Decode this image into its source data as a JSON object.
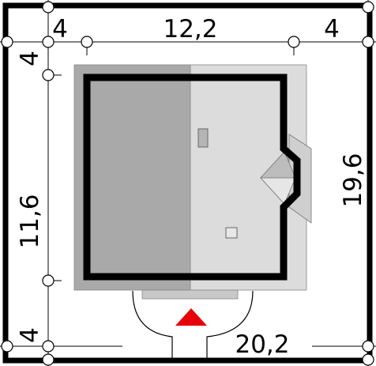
{
  "dimensions": {
    "top_left_setback": "4",
    "top_width": "12,2",
    "top_right_setback": "4",
    "left_top_setback": "4",
    "left_depth": "11,6",
    "left_bottom_setback": "4",
    "bottom_total": "20,2",
    "right_total": "19,6"
  },
  "colors": {
    "boundary": "#000000",
    "roof_dark": "#a9a9a9",
    "roof_light": "#dcdcdc",
    "entrance_marker": "#e5000a",
    "background": "#ffffff"
  },
  "entrance_marker_icon": "triangle-up"
}
